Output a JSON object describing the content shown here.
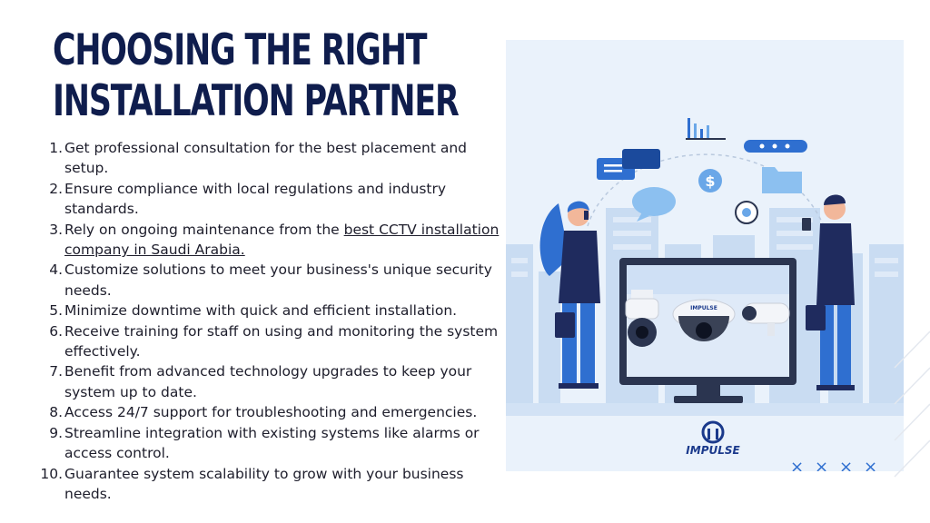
{
  "title": {
    "line1": "CHOOSING THE RIGHT",
    "line2": "INSTALLATION PARTNER"
  },
  "steps": [
    {
      "number": "1.",
      "text": "Get professional consultation for the best placement and setup."
    },
    {
      "number": "2.",
      "text": "Ensure compliance with local regulations and industry standards."
    },
    {
      "number": "3.",
      "text_before": "Rely on ongoing maintenance from the ",
      "link": "best CCTV installation company in Saudi Arabia."
    },
    {
      "number": "4.",
      "text": "Customize solutions to meet your business's unique security needs."
    },
    {
      "number": "5.",
      "text": "Minimize downtime with quick and efficient installation."
    },
    {
      "number": "6.",
      "text": "Receive training for staff on using and monitoring the system effectively."
    },
    {
      "number": "7.",
      "text": "Benefit from advanced technology upgrades to keep your system up to date."
    },
    {
      "number": "8.",
      "text": "Access 24/7 support for troubleshooting and emergencies."
    },
    {
      "number": "9.",
      "text": "Streamline integration with existing systems like alarms or access control."
    },
    {
      "number": "10.",
      "text": "Guarantee system scalability to grow with your business needs."
    }
  ],
  "illustration": {
    "brand_text": "IMPULSE",
    "camera_badge_text": "IMPULSE",
    "dollar_symbol": "$",
    "decoration_marks": [
      "×",
      "×",
      "×",
      "×"
    ]
  },
  "colors": {
    "title": "#0f1d4d",
    "body_text": "#1d1d2b",
    "panel_background": "#eaf2fb",
    "illustration_accent": "#2f6fd0",
    "brand": "#1b3a8c"
  }
}
